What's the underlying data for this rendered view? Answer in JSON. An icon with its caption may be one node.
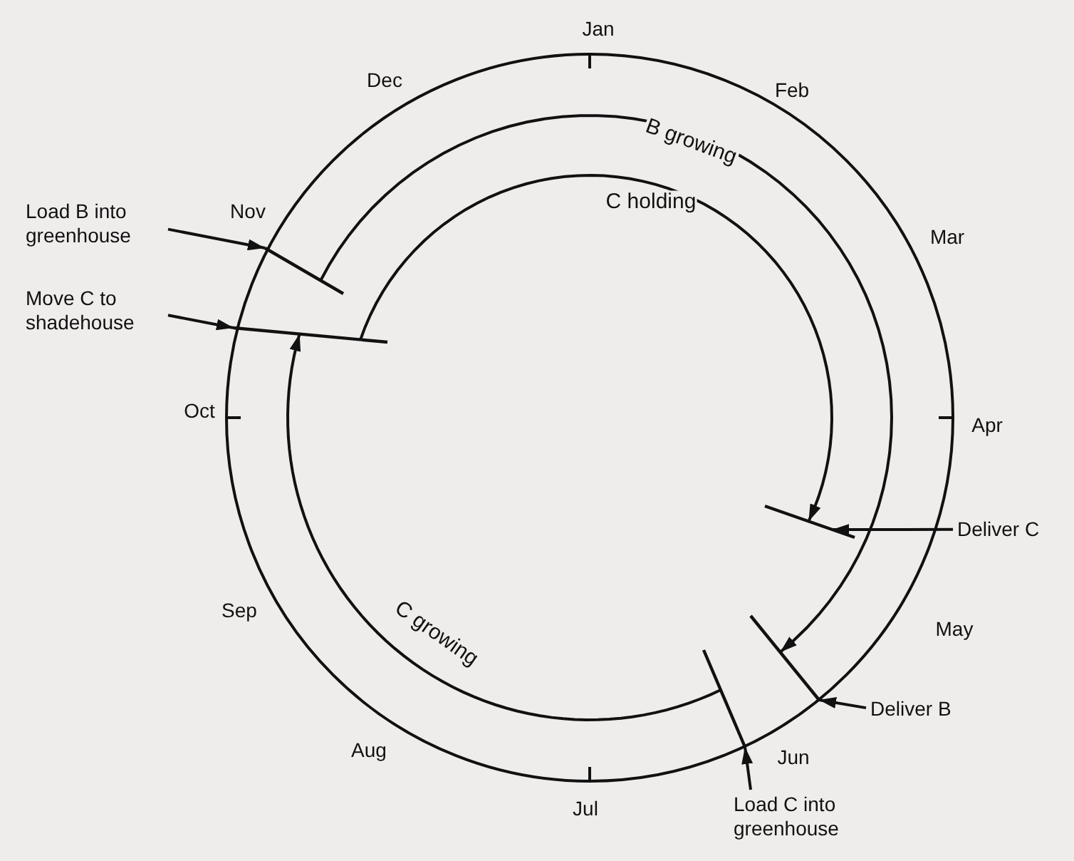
{
  "diagram": {
    "nodes": [
      {
        "text": [
          "Load B into greenhouse"
        ]
      },
      {
        "text": [
          "Move C to shadehouse"
        ]
      },
      {
        "text": [
          "Deliver C"
        ]
      },
      {
        "text": [
          "Deliver B"
        ]
      },
      {
        "text": [
          "Load C into greenhouse"
        ]
      },
      {
        "text": [],
        "shape": "bar"
      },
      {
        "text": [],
        "shape": "bar"
      },
      {
        "text": [],
        "shape": "bar"
      },
      {
        "text": [],
        "shape": "bar"
      },
      {
        "text": [],
        "shape": "bar"
      }
    ],
    "edges": [
      {
        "from": 0,
        "to": 5,
        "arrow": "to"
      },
      {
        "from": 1,
        "to": 6,
        "arrow": "to"
      },
      {
        "from": 2,
        "to": 7,
        "arrow": "to"
      },
      {
        "from": 3,
        "to": 8,
        "arrow": "to"
      },
      {
        "from": 4,
        "to": 9,
        "arrow": "to"
      },
      {
        "from": 5,
        "to": 8,
        "arrow": "to",
        "label": "B growing"
      },
      {
        "from": 6,
        "to": 7,
        "arrow": "to",
        "label": "C holding"
      },
      {
        "from": 9,
        "to": 6,
        "arrow": "to",
        "label": "C growing"
      }
    ],
    "labels": [
      "Jan",
      "Dec",
      "Feb",
      "Nov",
      "Mar",
      "Oct",
      "Apr",
      "Sep",
      "May",
      "Aug",
      "Jun",
      "Jul"
    ]
  }
}
